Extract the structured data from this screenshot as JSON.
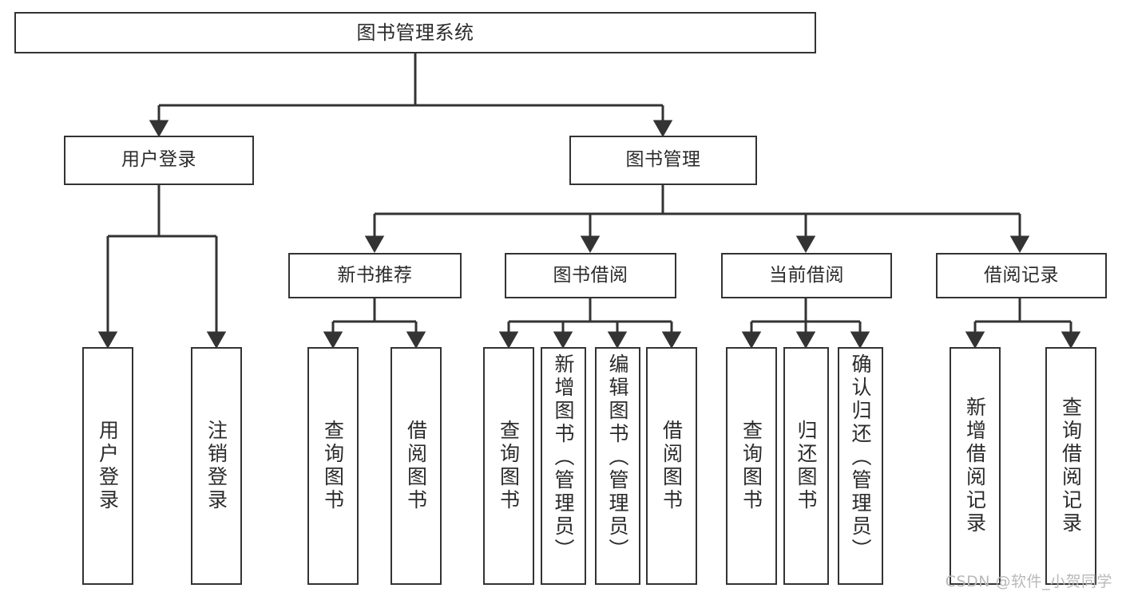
{
  "diagram": {
    "type": "tree",
    "title": "图书管理系统",
    "background_color": "#ffffff",
    "line_color": "#333333",
    "text_color": "#2b2b2b",
    "root": {
      "id": "root",
      "label": "图书管理系统"
    },
    "level2": [
      {
        "id": "user-login",
        "label": "用户登录"
      },
      {
        "id": "book-management",
        "label": "图书管理"
      }
    ],
    "level3": [
      {
        "id": "new-book-recommend",
        "label": "新书推荐",
        "parent": "book-management"
      },
      {
        "id": "book-borrow",
        "label": "图书借阅",
        "parent": "book-management"
      },
      {
        "id": "current-borrow",
        "label": "当前借阅",
        "parent": "book-management"
      },
      {
        "id": "borrow-record",
        "label": "借阅记录",
        "parent": "book-management"
      }
    ],
    "leaves": [
      {
        "id": "leaf-user-login",
        "label": "用户登录",
        "parent": "user-login"
      },
      {
        "id": "leaf-logout-login",
        "label": "注销登录",
        "parent": "user-login"
      },
      {
        "id": "leaf-query-book-1",
        "label": "查询图书",
        "parent": "new-book-recommend"
      },
      {
        "id": "leaf-borrow-book-1",
        "label": "借阅图书",
        "parent": "new-book-recommend"
      },
      {
        "id": "leaf-query-book-2",
        "label": "查询图书",
        "parent": "book-borrow"
      },
      {
        "id": "leaf-add-book",
        "label": "新增图书（管理员）",
        "parent": "book-borrow"
      },
      {
        "id": "leaf-edit-book",
        "label": "编辑图书（管理员）",
        "parent": "book-borrow"
      },
      {
        "id": "leaf-borrow-book-2",
        "label": "借阅图书",
        "parent": "book-borrow"
      },
      {
        "id": "leaf-query-book-3",
        "label": "查询图书",
        "parent": "current-borrow"
      },
      {
        "id": "leaf-return-book",
        "label": "归还图书",
        "parent": "current-borrow"
      },
      {
        "id": "leaf-confirm-return",
        "label": "确认归还（管理员）",
        "parent": "current-borrow"
      },
      {
        "id": "leaf-add-record",
        "label": "新增借阅记录",
        "parent": "borrow-record"
      },
      {
        "id": "leaf-query-record",
        "label": "查询借阅记录",
        "parent": "borrow-record"
      }
    ]
  },
  "watermark": {
    "text": "CSDN @软件_小贺同学",
    "color": "#b9b9b9"
  }
}
